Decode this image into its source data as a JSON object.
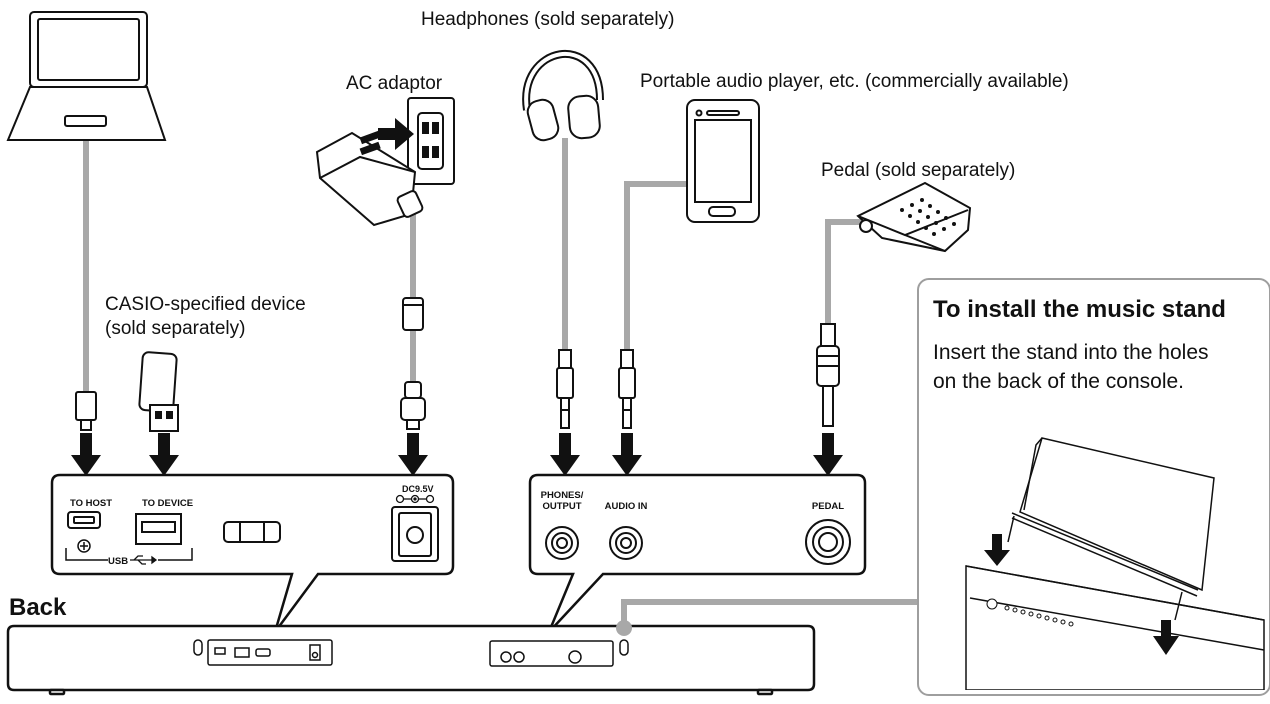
{
  "labels": {
    "headphones": "Headphones (sold separately)",
    "ac_adaptor": "AC adaptor",
    "audio_player": "Portable audio player, etc. (commercially available)",
    "pedal": "Pedal (sold separately)",
    "casio_device_line1": "CASIO-specified device",
    "casio_device_line2": "(sold separately)",
    "back": "Back"
  },
  "panel_left": {
    "to_host": "TO HOST",
    "to_device": "TO DEVICE",
    "usb": "USB",
    "dc": "DC9.5V"
  },
  "panel_right": {
    "phones_line1": "PHONES/",
    "phones_line2": "OUTPUT",
    "audio_in": "AUDIO IN",
    "pedal": "PEDAL"
  },
  "inset": {
    "title": "To install the music stand",
    "body_line1": "Insert the stand into the holes",
    "body_line2": "on the back of the console."
  }
}
